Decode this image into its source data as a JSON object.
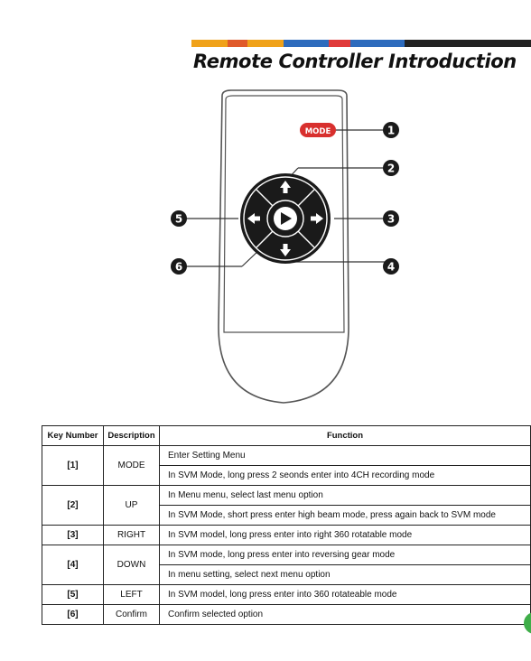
{
  "header": {
    "title": "Remote Controller Introduction",
    "bar_colors": [
      "#f0a21a",
      "#e05a2a",
      "#2d6bbd",
      "#e03a3a",
      "#222222"
    ]
  },
  "remote": {
    "mode_label": "MODE",
    "callouts": [
      "1",
      "2",
      "3",
      "4",
      "5",
      "6"
    ]
  },
  "table": {
    "headers": [
      "Key Number",
      "Description",
      "Function"
    ],
    "rows": [
      {
        "key": "",
        "desc": "",
        "func": "Enter Setting Menu"
      },
      {
        "key": "[1]",
        "desc": "MODE",
        "func": "In SVM Mode, long press 2 seonds enter into 4CH recording mode"
      },
      {
        "key": "[2]",
        "desc": "UP",
        "func": "In Menu menu, select last menu option"
      },
      {
        "key": "",
        "desc": "",
        "func": "In SVM Mode, short press enter high beam mode, press again back to SVM mode"
      },
      {
        "key": "[3]",
        "desc": "RIGHT",
        "func": "In SVM model, long press enter into right 360 rotatable mode"
      },
      {
        "key": "[4]",
        "desc": "DOWN",
        "func": "In SVM mode, long press enter into reversing gear mode"
      },
      {
        "key": "",
        "desc": "",
        "func": "In menu setting, select next menu option"
      },
      {
        "key": "[5]",
        "desc": "LEFT",
        "func": "In SVM model, long press enter into 360 rotateable mode"
      },
      {
        "key": "[6]",
        "desc": "Confirm",
        "func": "Confirm selected option"
      }
    ]
  },
  "colors": {
    "mode_button": "#d8302e",
    "dpad": "#1a1a1a",
    "callout": "#1a1a1a",
    "corner_dot": "#3fae49"
  }
}
